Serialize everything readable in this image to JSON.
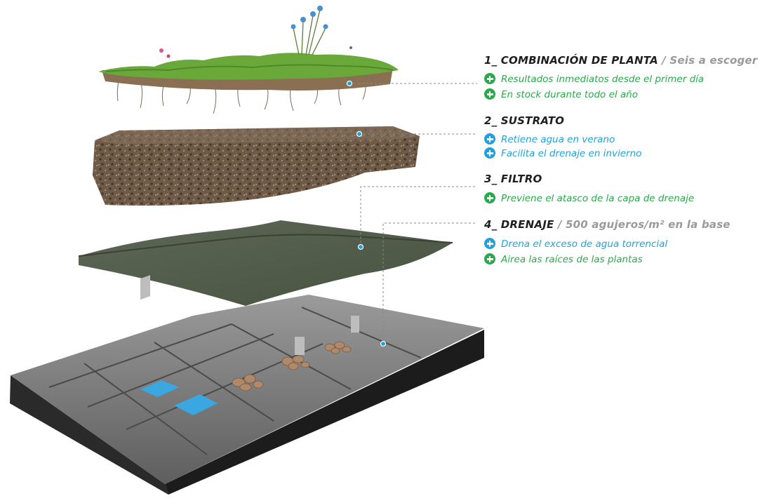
{
  "colors": {
    "green": "#2aa94a",
    "blue": "#1fa2dc",
    "gray": "#9a9a9a",
    "title": "#1f1f1f",
    "leader": "#888888"
  },
  "layers": [
    {
      "number": "1_",
      "name": "COMBINACIÓN DE PLANTA",
      "separator": " /",
      "subtitle": "Seis a escoger",
      "bullet_color": "green",
      "bullets": [
        {
          "text": "Resultados inmediatos desde el primer día",
          "icon": "plus-circle-icon"
        },
        {
          "text": "En stock durante todo el año",
          "icon": "plus-circle-icon"
        }
      ]
    },
    {
      "number": "2_",
      "name": "SUSTRATO",
      "separator": "",
      "subtitle": "",
      "bullet_color": "blue",
      "bullets": [
        {
          "text": "Retiene agua en verano",
          "icon": "plus-circle-icon"
        },
        {
          "text": "Facilita el drenaje en invierno",
          "icon": "plus-circle-icon"
        }
      ]
    },
    {
      "number": "3_",
      "name": "FILTRO",
      "separator": "",
      "subtitle": "",
      "bullet_color": "green",
      "bullets": [
        {
          "text": "Previene el atasco de la capa de drenaje",
          "icon": "plus-circle-icon"
        }
      ]
    },
    {
      "number": "4_",
      "name": "DRENAJE",
      "separator": " /",
      "subtitle": "500 agujeros/m² en la base",
      "bullet_colors": [
        "blue",
        "green"
      ],
      "bullets": [
        {
          "text": "Drena el exceso de agua torrencial",
          "icon": "plus-circle-icon"
        },
        {
          "text": "Airea las raíces de las plantas",
          "icon": "plus-circle-icon"
        }
      ]
    }
  ]
}
